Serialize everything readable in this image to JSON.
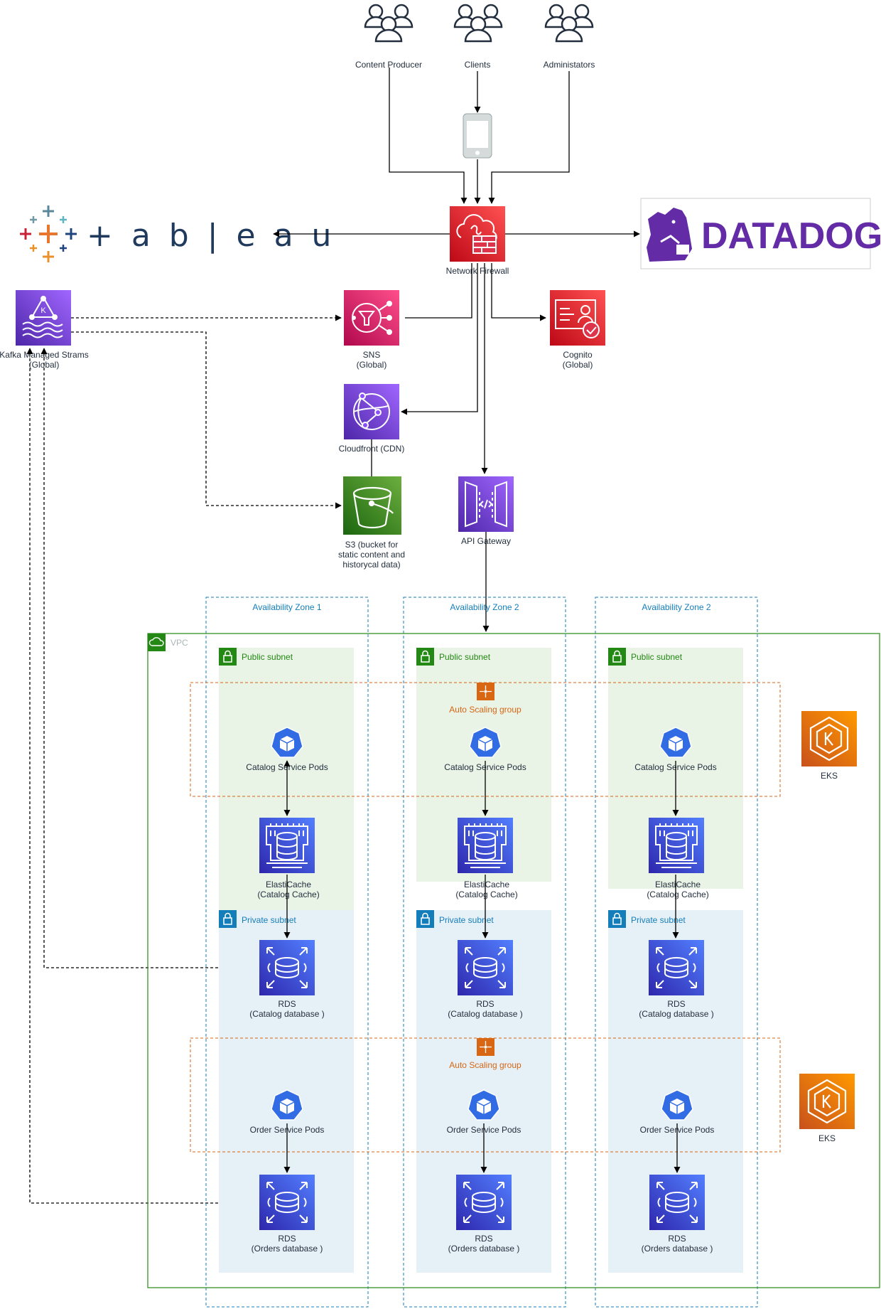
{
  "users": {
    "content_producer": "Content Producer",
    "clients": "Clients",
    "administrators": "Administators"
  },
  "firewall": {
    "label": "Network Firewall"
  },
  "logos": {
    "tableau": "+ a b | e a u",
    "datadog": "DATADOG"
  },
  "kafka": {
    "line1": "Kafka Managed Strams",
    "line2": "(Global)"
  },
  "sns": {
    "line1": "SNS",
    "line2": "(Global)"
  },
  "cognito": {
    "line1": "Cognito",
    "line2": "(Global)"
  },
  "cloudfront": {
    "label": "Cloudfront (CDN)"
  },
  "s3": {
    "line1": "S3 (bucket for",
    "line2": "static content and",
    "line3": "historycal data)"
  },
  "api_gateway": {
    "label": "API Gateway"
  },
  "vpc": {
    "label": "VPC"
  },
  "zones": [
    {
      "label": "Availability Zone 1"
    },
    {
      "label": "Availability Zone 2"
    },
    {
      "label": "Availability Zone 2"
    }
  ],
  "subnets": {
    "public": "Public subnet",
    "private": "Private subnet"
  },
  "asg": {
    "label": "Auto Scaling group"
  },
  "eks": {
    "label": "EKS"
  },
  "pods": {
    "catalog": "Catalog Service Pods",
    "order": "Order Service Pods"
  },
  "elasticache": {
    "line1": "ElastiCache",
    "line2": "(Catalog Cache)"
  },
  "rds_catalog": {
    "line1": "RDS",
    "line2": "(Catalog database )"
  },
  "rds_orders": {
    "line1": "RDS",
    "line2": "(Orders database )"
  },
  "colors": {
    "firewall_red": "#dd344c",
    "cognito_red": "#dd344c",
    "sns_pink": "#e7157b",
    "purple": "#8c4fff",
    "s3_green": "#3f8624",
    "eks_orange": "#ed7100",
    "db_blue": "#3b48cc",
    "k8s_blue": "#326ce5",
    "az_blue": "#147eba",
    "vpc_green": "#248814",
    "asg_orange": "#d86613"
  }
}
